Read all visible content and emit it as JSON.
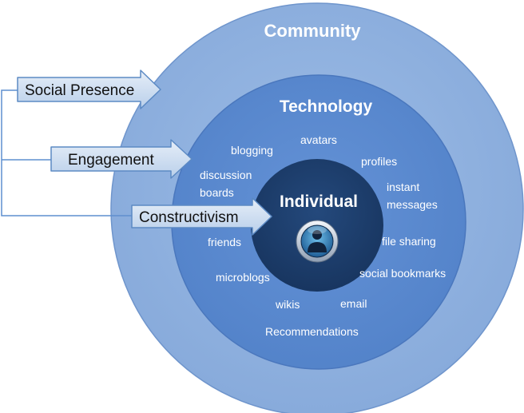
{
  "rings": {
    "community": "Community",
    "technology": "Technology",
    "individual": "Individual"
  },
  "technology_items": {
    "blogging": "blogging",
    "avatars": "avatars",
    "profiles": "profiles",
    "discussion_line1": "discussion",
    "discussion_line2": "boards",
    "instant_line1": "instant",
    "instant_line2": "messages",
    "friends": "friends",
    "file_sharing": "file sharing",
    "microblogs": "microblogs",
    "social_bookmarks": "social bookmarks",
    "wikis": "wikis",
    "email": "email",
    "recommendations": "Recommendations"
  },
  "arrows": {
    "social_presence": "Social Presence",
    "engagement": "Engagement",
    "constructivism": "Constructivism"
  },
  "icons": {
    "center": "person-icon"
  },
  "colors": {
    "community_fill": "#8fb1df",
    "technology_fill": "#5b88cf",
    "individual_fill": "#1c3c6a",
    "arrow_fill": "#cfdff2",
    "arrow_stroke": "#5c8ac4",
    "connector": "#5f8fcf"
  }
}
